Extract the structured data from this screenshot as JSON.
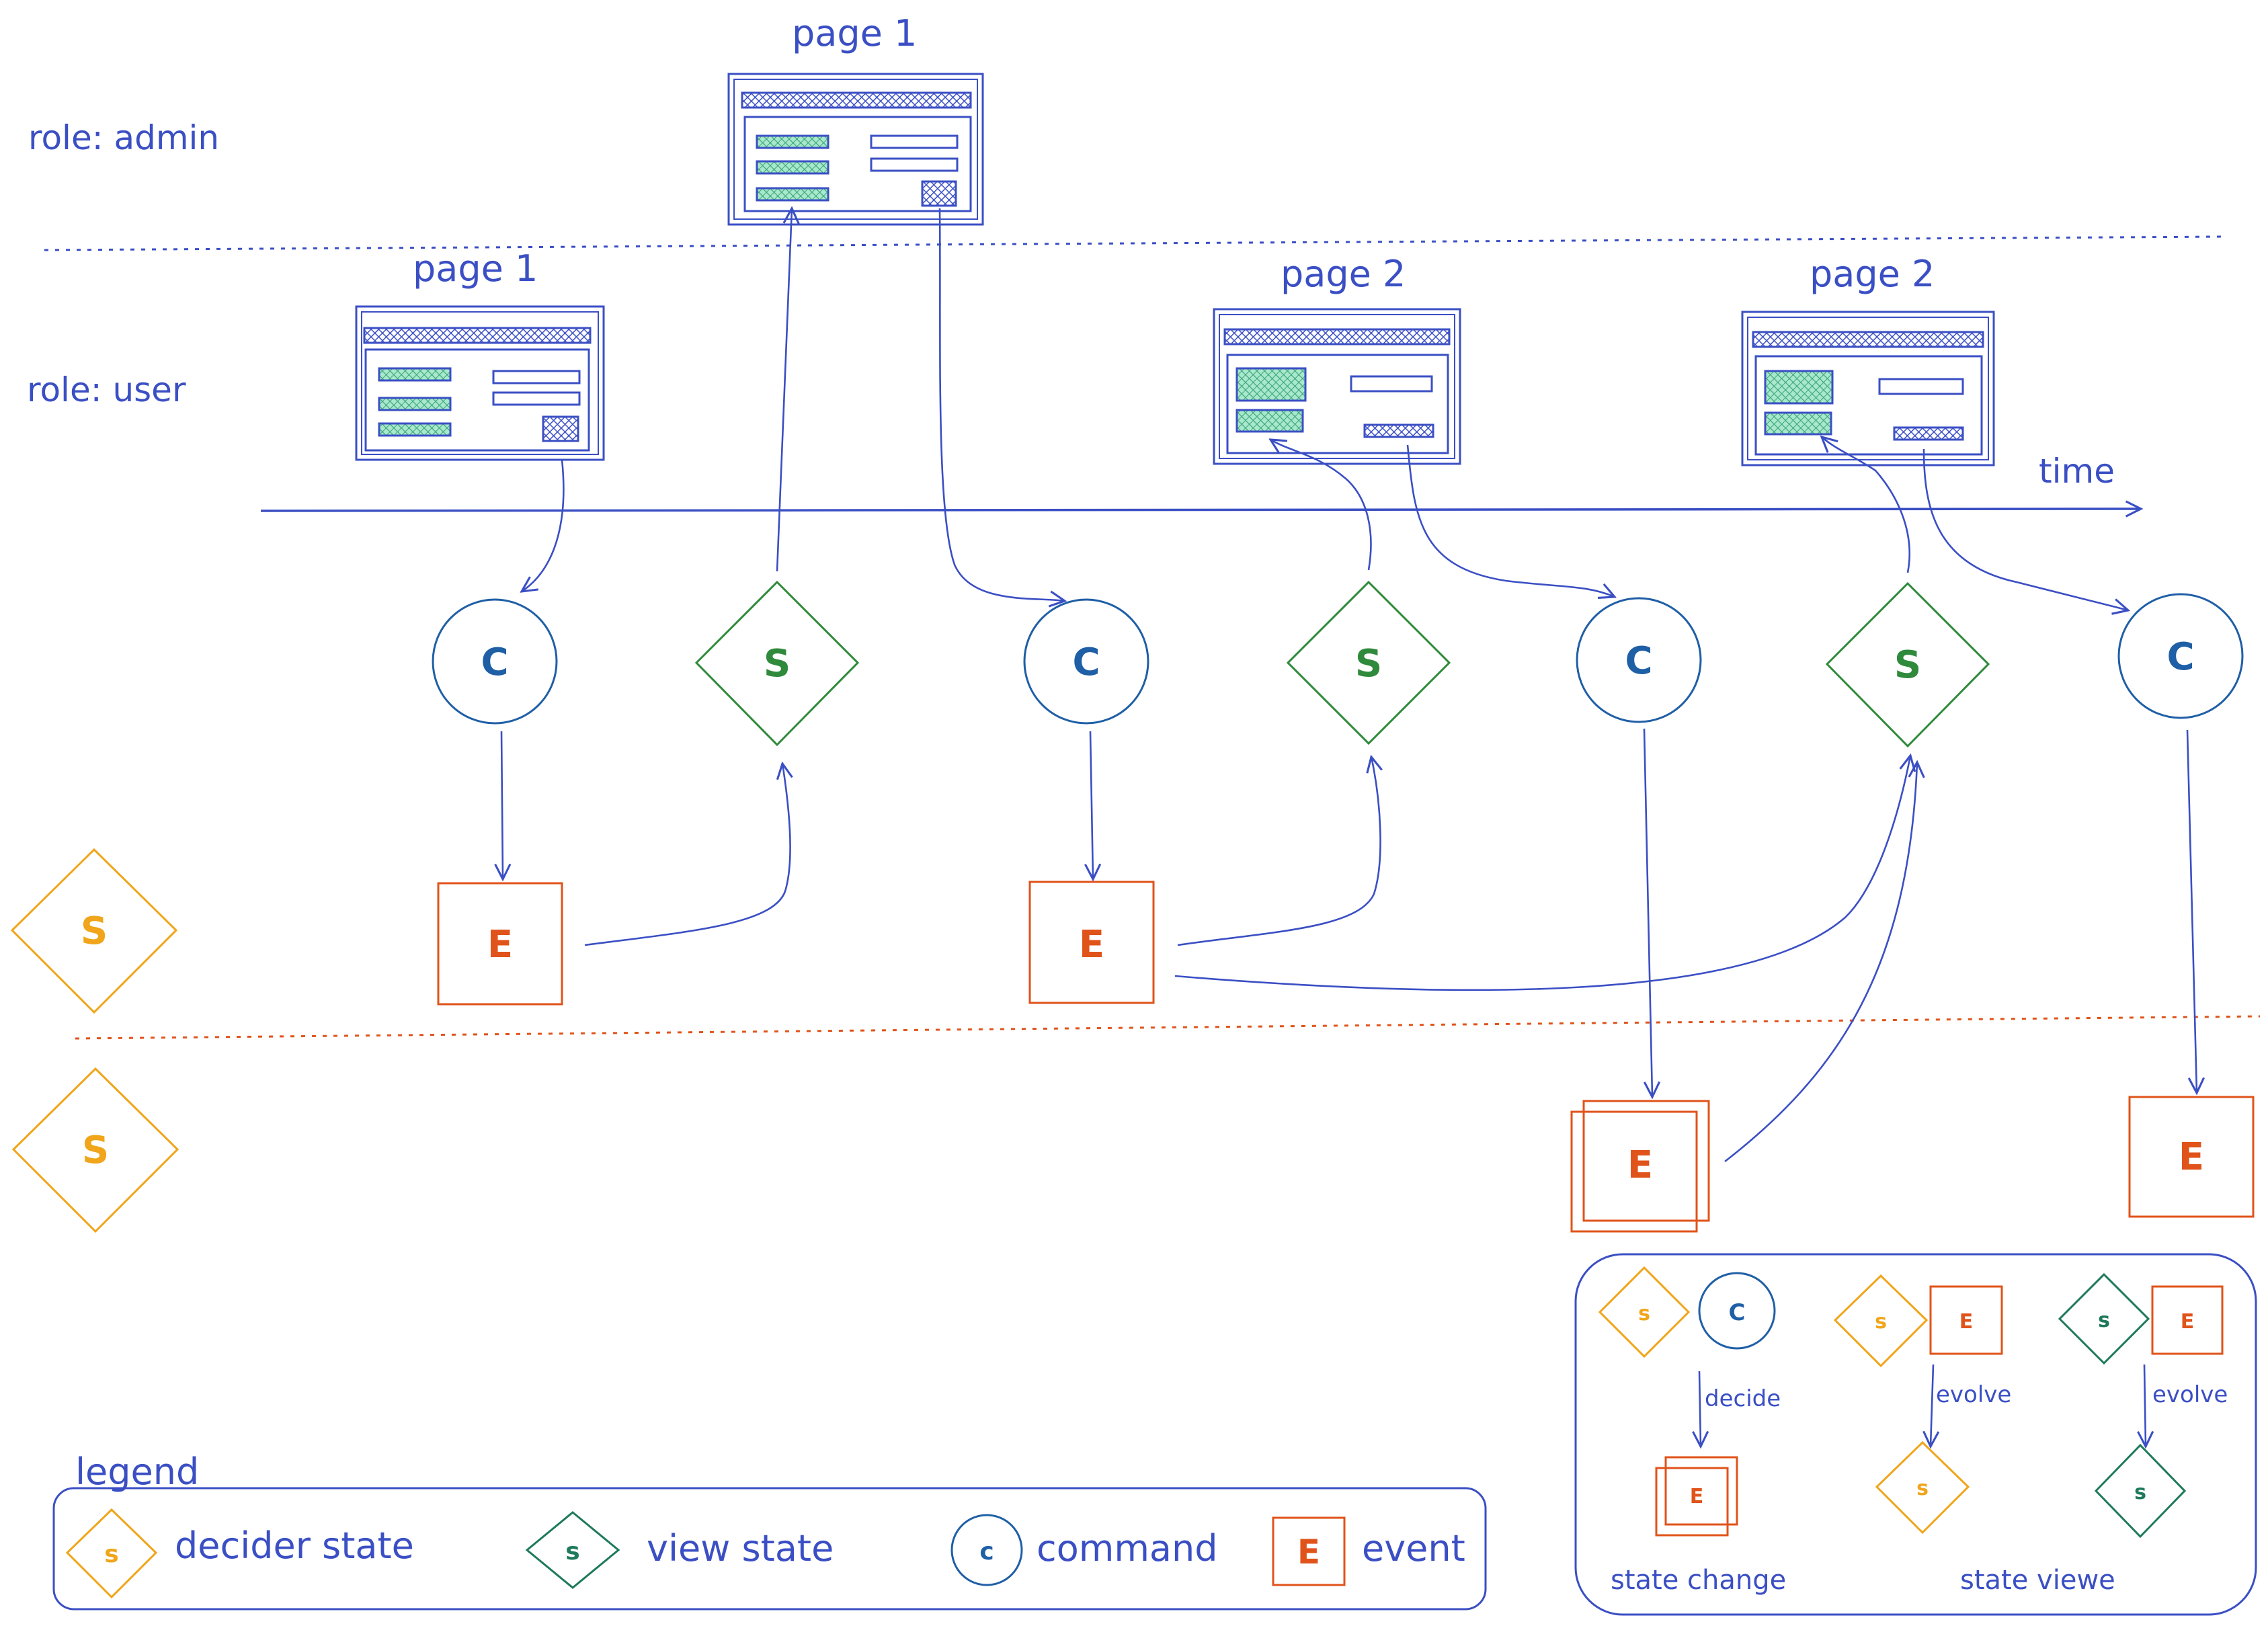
{
  "lanes": {
    "admin": "role: admin",
    "user": "role: user"
  },
  "time_label": "time",
  "pages": {
    "admin_page1": "page 1",
    "user_page1": "page 1",
    "user_page2_a": "page 2",
    "user_page2_b": "page 2"
  },
  "symbols": {
    "command": "C",
    "view_state": "S",
    "event": "E",
    "decider_state": "S"
  },
  "legend": {
    "title": "legend",
    "decider_state_symbol": "s",
    "decider_state_label": "decider state",
    "view_state_symbol": "s",
    "view_state_label": "view state",
    "command_symbol": "c",
    "command_label": "command",
    "event_symbol": "E",
    "event_label": "event"
  },
  "ops_legend": {
    "decide_state": "s",
    "decide_command": "C",
    "decide_label": "decide",
    "decide_result": "E",
    "state_change_caption": "state change",
    "evolve1_state": "s",
    "evolve1_event": "E",
    "evolve1_label": "evolve",
    "evolve1_result": "s",
    "evolve2_state": "s",
    "evolve2_event": "E",
    "evolve2_label": "evolve",
    "evolve2_result": "s",
    "state_view_caption": "state viewe"
  },
  "colors": {
    "ink": "#3b4fc4",
    "command": "#1f5fa6",
    "view_state": "#2f8a3b",
    "view_state_dark": "#1e7a5a",
    "event": "#e0531a",
    "decider_state": "#f0a51a",
    "hatch_green": "#7fd6b0"
  }
}
